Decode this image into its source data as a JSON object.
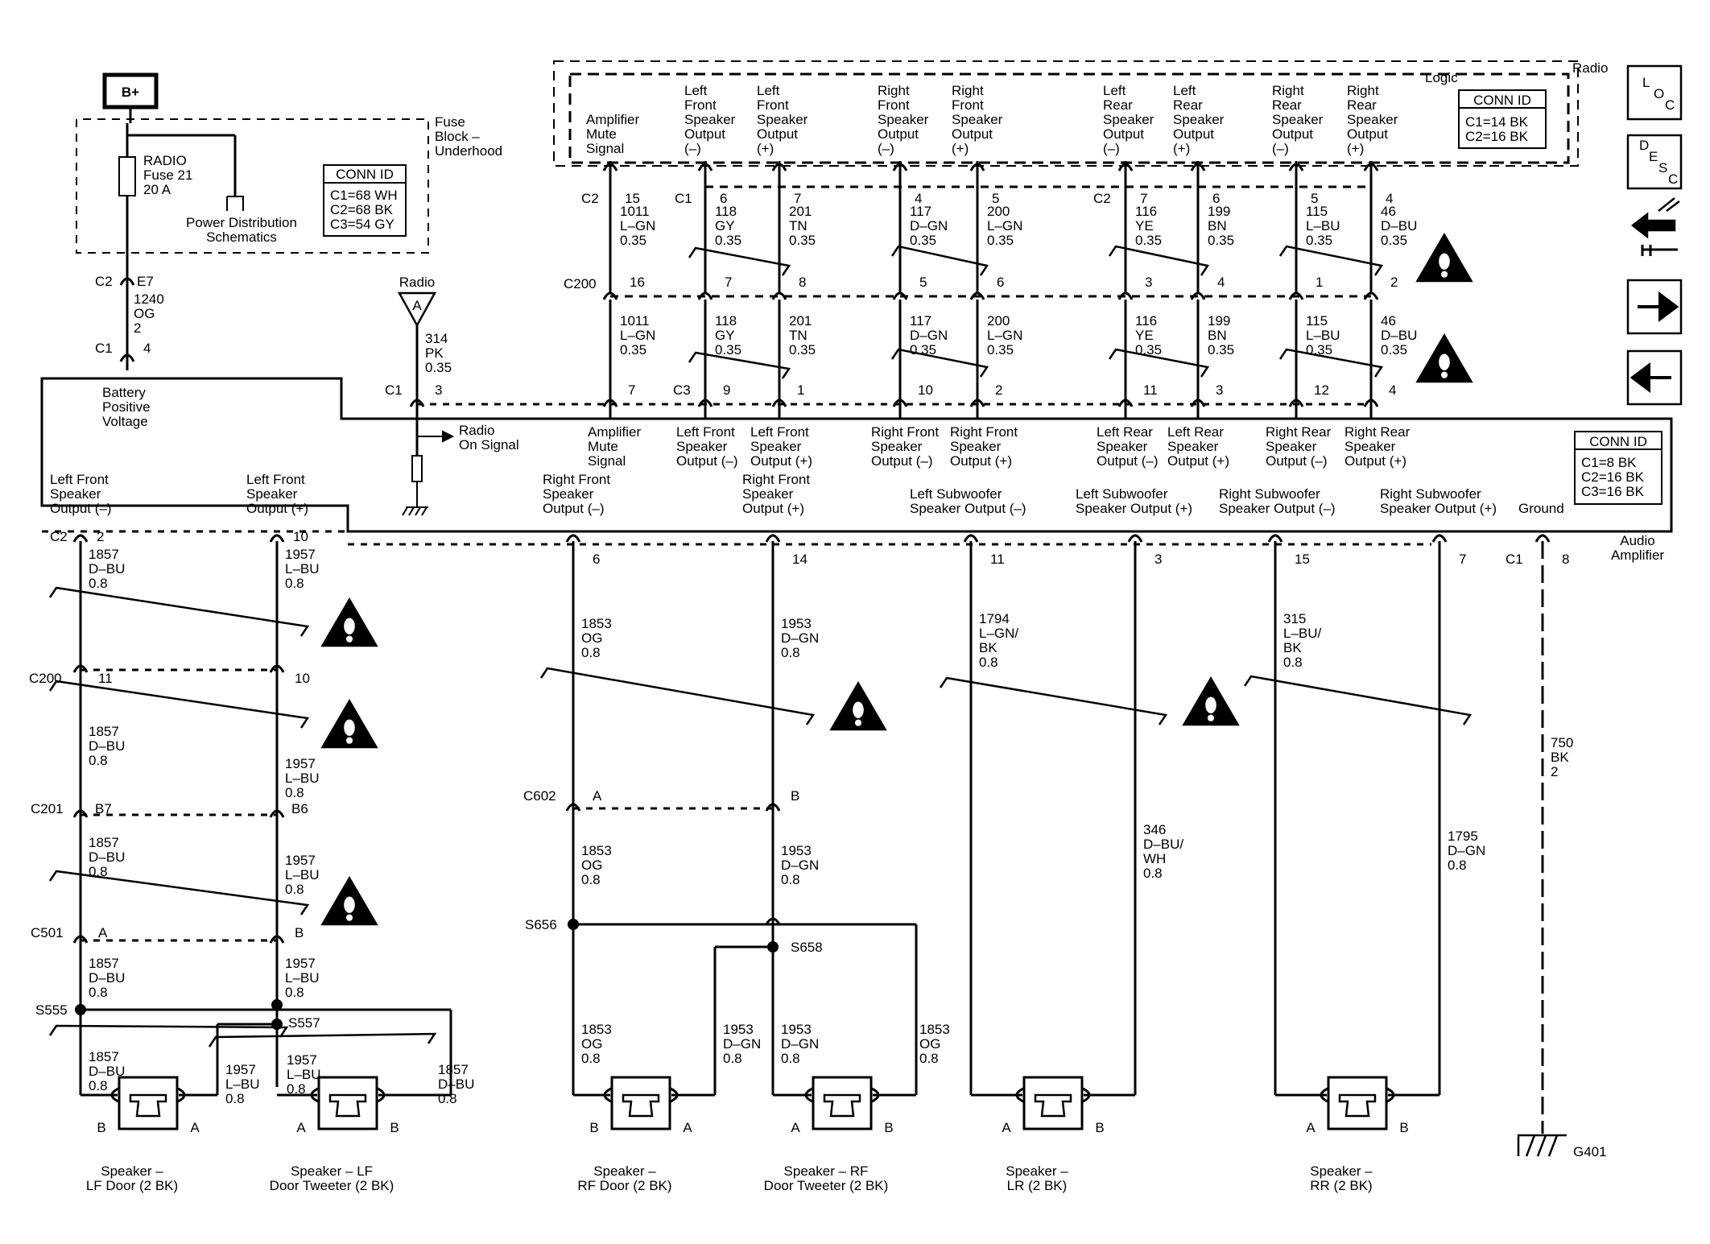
{
  "power": {
    "label": "B+"
  },
  "fuse_block": {
    "title_lines": [
      "Fuse",
      "Block –",
      "Underhood"
    ],
    "fuse_lines": [
      "RADIO",
      "Fuse 21",
      "20 A"
    ],
    "pds_lines": [
      "Power Distribution",
      "Schematics"
    ],
    "conn_id": {
      "title": "CONN ID",
      "rows": [
        "C1=68 WH",
        "C2=68 BK",
        "C3=54 GY"
      ]
    }
  },
  "radio_module": {
    "title": "Radio",
    "logic_label": "Logic",
    "conn_id": {
      "title": "CONN ID",
      "rows": [
        "C1=14 BK",
        "C2=16 BK"
      ]
    },
    "signals": [
      [
        "Amplifier",
        "Mute",
        "Signal"
      ],
      [
        "Left",
        "Front",
        "Speaker",
        "Output",
        "(–)"
      ],
      [
        "Left",
        "Front",
        "Speaker",
        "Output",
        "(+)"
      ],
      [
        "Right",
        "Front",
        "Speaker",
        "Output",
        "(–)"
      ],
      [
        "Right",
        "Front",
        "Speaker",
        "Output",
        "(+)"
      ],
      [
        "Left",
        "Rear",
        "Speaker",
        "Output",
        "(–)"
      ],
      [
        "Left",
        "Rear",
        "Speaker",
        "Output",
        "(+)"
      ],
      [
        "Right",
        "Rear",
        "Speaker",
        "Output",
        "(–)"
      ],
      [
        "Right",
        "Rear",
        "Speaker",
        "Output",
        "(+)"
      ]
    ],
    "pins": [
      "15",
      "6",
      "7",
      "4",
      "5",
      "7",
      "6",
      "5",
      "4"
    ],
    "conn_labels": [
      "C2",
      "C1",
      "C2"
    ]
  },
  "radio_harness_top": [
    [
      "1011",
      "L–GN",
      "0.35"
    ],
    [
      "118",
      "GY",
      "0.35"
    ],
    [
      "201",
      "TN",
      "0.35"
    ],
    [
      "117",
      "D–GN",
      "0.35"
    ],
    [
      "200",
      "L–GN",
      "0.35"
    ],
    [
      "116",
      "YE",
      "0.35"
    ],
    [
      "199",
      "BN",
      "0.35"
    ],
    [
      "115",
      "L–BU",
      "0.35"
    ],
    [
      "46",
      "D–BU",
      "0.35"
    ]
  ],
  "c200_top": {
    "label": "C200",
    "pins": [
      "16",
      "7",
      "8",
      "5",
      "6",
      "3",
      "4",
      "1",
      "2"
    ]
  },
  "radio_harness_bottom": [
    [
      "1011",
      "L–GN",
      "0.35"
    ],
    [
      "118",
      "GY",
      "0.35"
    ],
    [
      "201",
      "TN",
      "0.35"
    ],
    [
      "117",
      "D–GN",
      "0.35"
    ],
    [
      "200",
      "L–GN",
      "0.35"
    ],
    [
      "116",
      "YE",
      "0.35"
    ],
    [
      "199",
      "BN",
      "0.35"
    ],
    [
      "115",
      "L–BU",
      "0.35"
    ],
    [
      "46",
      "D–BU",
      "0.35"
    ]
  ],
  "amp_top_pins": {
    "c1": "C1",
    "c3": "C3",
    "pins": [
      "3",
      "7",
      "9",
      "1",
      "10",
      "2",
      "11",
      "3",
      "12",
      "4"
    ]
  },
  "battery_circuit": {
    "c2": "C2",
    "e7": "E7",
    "wire": [
      "1240",
      "OG",
      "2"
    ],
    "c1": "C1",
    "pin": "4",
    "label_lines": [
      "Battery",
      "Positive",
      "Voltage"
    ]
  },
  "radio_on": {
    "title": "Radio",
    "symbol": "A",
    "wire": [
      "314",
      "PK",
      "0.35"
    ],
    "label_lines": [
      "Radio",
      "On Signal"
    ]
  },
  "amplifier": {
    "title_lines": [
      "Audio",
      "Amplifier"
    ],
    "conn_id": {
      "title": "CONN ID",
      "rows": [
        "C1=8 BK",
        "C2=16 BK",
        "C3=16 BK"
      ]
    },
    "input_labels": [
      [
        "Amplifier",
        "Mute",
        "Signal"
      ],
      [
        "Left Front",
        "Speaker",
        "Output (–)"
      ],
      [
        "Left Front",
        "Speaker",
        "Output (+)"
      ],
      [
        "Right Front",
        "Speaker",
        "Output (–)"
      ],
      [
        "Right Front",
        "Speaker",
        "Output (+)"
      ],
      [
        "Left Rear",
        "Speaker",
        "Output (–)"
      ],
      [
        "Left Rear",
        "Speaker",
        "Output (+)"
      ],
      [
        "Right Rear",
        "Speaker",
        "Output (–)"
      ],
      [
        "Right Rear",
        "Speaker",
        "Output (+)"
      ]
    ],
    "output_labels": [
      [
        "Left Front",
        "Speaker",
        "Output (–)"
      ],
      [
        "Left Front",
        "Speaker",
        "Output (+)"
      ],
      [
        "Right Front",
        "Speaker",
        "Output (–)"
      ],
      [
        "Right Front",
        "Speaker",
        "Output (+)"
      ],
      [
        "Left Subwoofer",
        "Speaker Output (–)"
      ],
      [
        "Left Subwoofer",
        "Speaker Output (+)"
      ],
      [
        "Right Subwoofer",
        "Speaker Output (–)"
      ],
      [
        "Right Subwoofer",
        "Speaker Output (+)"
      ],
      [
        "Ground"
      ]
    ],
    "output_pins": [
      "2",
      "10",
      "6",
      "14",
      "11",
      "3",
      "15",
      "7",
      "8"
    ],
    "conn_labels": [
      "C2",
      "C1"
    ]
  },
  "lf_wires": {
    "w1": [
      [
        "1857",
        "D–BU",
        "0.8"
      ],
      [
        "1957",
        "L–BU",
        "0.8"
      ]
    ],
    "c200": {
      "label": "C200",
      "pins": [
        "11",
        "10"
      ]
    },
    "w2": [
      [
        "1857",
        "D–BU",
        "0.8"
      ],
      [
        "1957",
        "L–BU",
        "0.8"
      ]
    ],
    "c201": {
      "label": "C201",
      "pins": [
        "B7",
        "B6"
      ]
    },
    "w3": [
      [
        "1857",
        "D–BU",
        "0.8"
      ],
      [
        "1957",
        "L–BU",
        "0.8"
      ]
    ],
    "c501": {
      "label": "C501",
      "pins": [
        "A",
        "B"
      ]
    },
    "w4": [
      [
        "1857",
        "D–BU",
        "0.8"
      ],
      [
        "1957",
        "L–BU",
        "0.8"
      ]
    ],
    "s555": "S555",
    "s557": "S557",
    "w5": [
      [
        "1857",
        "D–BU",
        "0.8"
      ],
      [
        "1957",
        "L–BU",
        "0.8"
      ],
      [
        "1957",
        "L–BU",
        "0.8"
      ],
      [
        "1857",
        "D–BU",
        "0.8"
      ]
    ]
  },
  "rf_wires": {
    "w1": [
      [
        "1853",
        "OG",
        "0.8"
      ],
      [
        "1953",
        "D–GN",
        "0.8"
      ]
    ],
    "c602": {
      "label": "C602",
      "pins": [
        "A",
        "B"
      ]
    },
    "w2": [
      [
        "1853",
        "OG",
        "0.8"
      ],
      [
        "1953",
        "D–GN",
        "0.8"
      ]
    ],
    "s656": "S656",
    "s658": "S658",
    "w3": [
      [
        "1853",
        "OG",
        "0.8"
      ],
      [
        "1953",
        "D–GN",
        "0.8"
      ],
      [
        "1953",
        "D–GN",
        "0.8"
      ],
      [
        "1853",
        "OG",
        "0.8"
      ]
    ]
  },
  "rear_wires": {
    "lr": [
      [
        "1794",
        "L–GN/",
        "BK",
        "0.8"
      ],
      [
        "346",
        "D–BU/",
        "WH",
        "0.8"
      ]
    ],
    "rr": [
      [
        "315",
        "L–BU/",
        "BK",
        "0.8"
      ],
      [
        "1795",
        "D–GN",
        "0.8"
      ]
    ]
  },
  "ground": {
    "wire": [
      "750",
      "BK",
      "2"
    ],
    "label": "G401"
  },
  "speakers": [
    {
      "lines": [
        "Speaker –",
        "LF Door (2 BK)"
      ],
      "pins": [
        "B",
        "A"
      ]
    },
    {
      "lines": [
        "Speaker – LF",
        "Door Tweeter (2 BK)"
      ],
      "pins": [
        "A",
        "B"
      ]
    },
    {
      "lines": [
        "Speaker –",
        "RF Door (2 BK)"
      ],
      "pins": [
        "B",
        "A"
      ]
    },
    {
      "lines": [
        "Speaker – RF",
        "Door Tweeter (2 BK)"
      ],
      "pins": [
        "A",
        "B"
      ]
    },
    {
      "lines": [
        "Speaker –",
        "LR (2 BK)"
      ],
      "pins": [
        "A",
        "B"
      ]
    },
    {
      "lines": [
        "Speaker –",
        "RR (2 BK)"
      ],
      "pins": [
        "A",
        "B"
      ]
    }
  ],
  "nav": {
    "loc": {
      "letters": [
        "L",
        "O",
        "C"
      ]
    },
    "desc": {
      "letters": [
        "D",
        "E",
        "S",
        "C"
      ]
    }
  }
}
